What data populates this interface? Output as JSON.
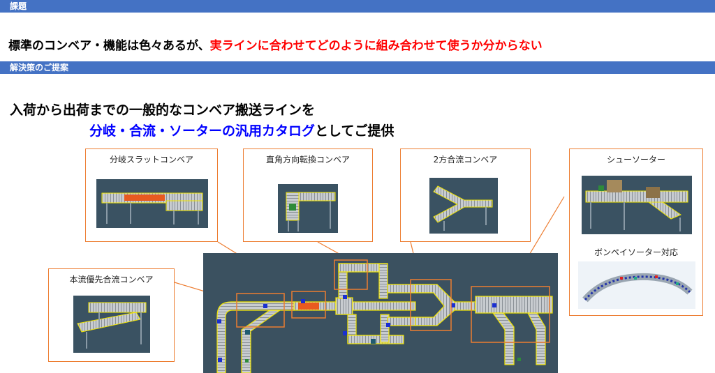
{
  "header1": "課題",
  "problem": {
    "normal": "標準のコンベア・機能は色々あるが、",
    "highlight": "実ラインに合わせてどのように組み合わせて使うか分からない"
  },
  "header2": "解決策のご提案",
  "proposal": {
    "line1": "入荷から出荷までの一般的なコンベア搬送ラインを",
    "line2_highlight": "分岐・合流・ソーターの汎用カタログ",
    "line2_normal": "としてご提供"
  },
  "boxes": {
    "branch": "分岐スラットコンベア",
    "right_angle": "直角方向転換コンベア",
    "merge2": "2方合流コンベア",
    "shoe": "シューソーター",
    "pompei": "ボンペイソーター対応",
    "mainflow": "本流優先合流コンベア"
  },
  "colors": {
    "header": "#4472c4",
    "accent_red": "#ff0000",
    "accent_blue": "#0000ff",
    "callout": "#ed7d31",
    "diagram_bg": "#3a5060"
  }
}
